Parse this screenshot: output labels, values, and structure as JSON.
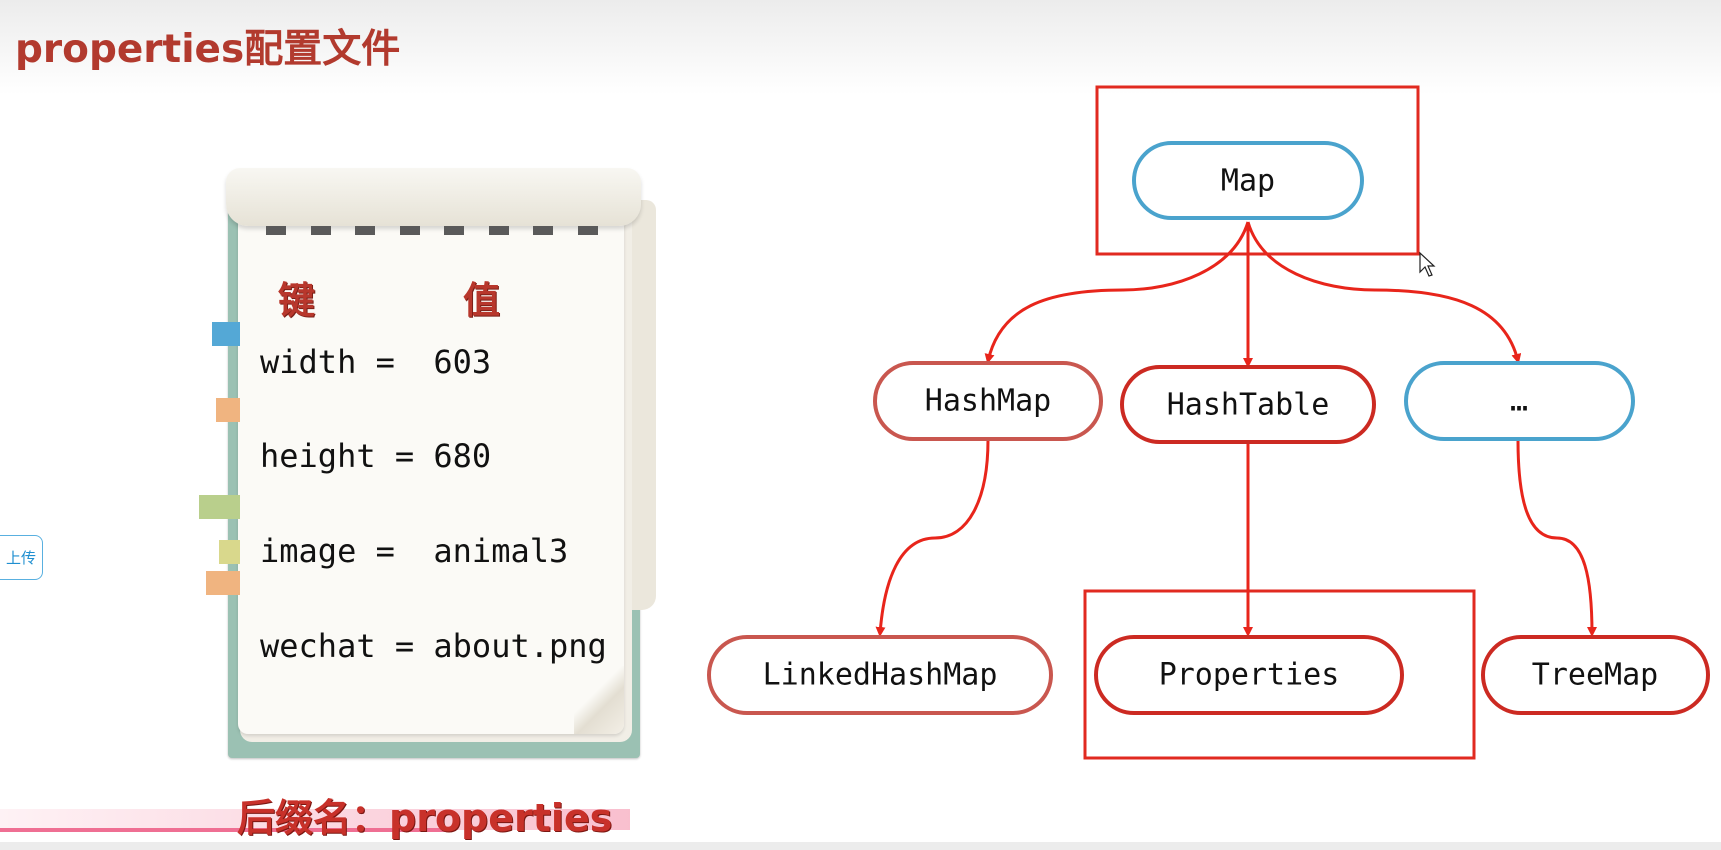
{
  "title": "properties配置文件",
  "upload_label": "上传",
  "notebook": {
    "header_key": "键",
    "header_value": "值",
    "rows": [
      {
        "key": "width",
        "text": "width =  603"
      },
      {
        "key": "height",
        "text": "height = 680"
      },
      {
        "key": "image",
        "text": "image =  animal3"
      },
      {
        "key": "wechat",
        "text": "wechat = about.png"
      }
    ]
  },
  "suffix_label": "后缀名：properties",
  "diagram": {
    "nodes": {
      "map": "Map",
      "hashmap": "HashMap",
      "hashtable": "HashTable",
      "ellipsis": "…",
      "linkedhashmap": "LinkedHashMap",
      "properties": "Properties",
      "treemap": "TreeMap"
    },
    "colors": {
      "arrow": "#e8251b",
      "highlight_box": "#e12a20",
      "blue_node": "#4aa3cd",
      "red_node": "#cc2a22",
      "soft_red_node": "#c9574f"
    }
  }
}
